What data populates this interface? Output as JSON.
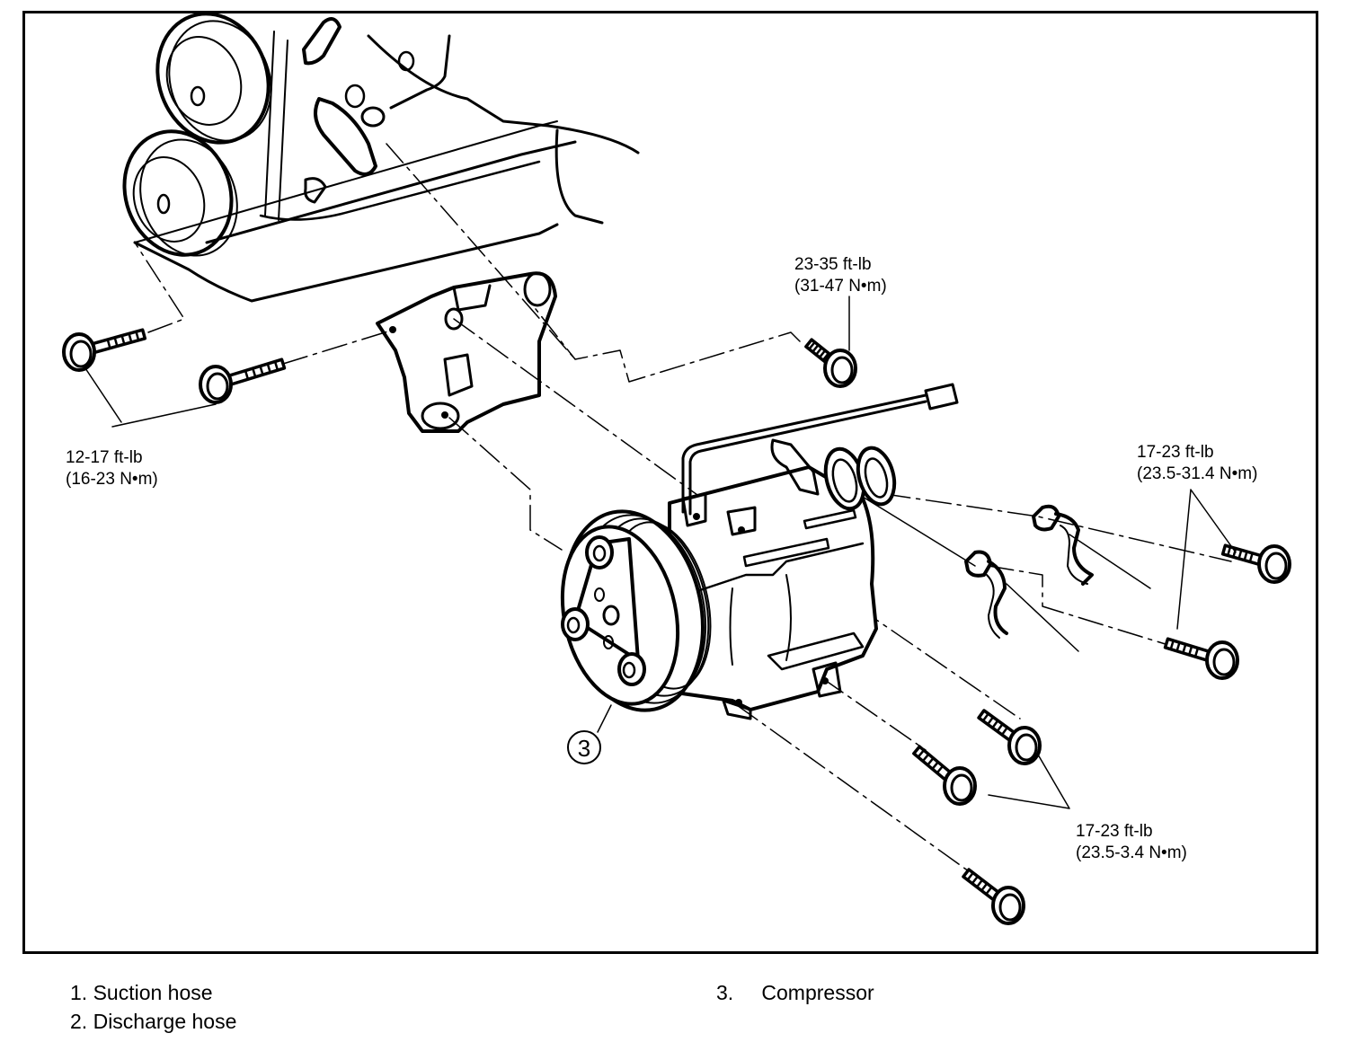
{
  "diagram": {
    "title": "",
    "subject": "A/C compressor installation exploded view",
    "callout": {
      "number": "3"
    },
    "torque_specs": [
      {
        "id": "bracket-upper-bolt",
        "ftlb": "23-35 ft-lb",
        "nm": "(31-47 N•m)"
      },
      {
        "id": "bracket-to-engine-bolts",
        "ftlb": "12-17 ft-lb",
        "nm": "(16-23 N•m)"
      },
      {
        "id": "hose-fitting-bolts",
        "ftlb": "17-23 ft-lb",
        "nm": "(23.5-31.4 N•m)"
      },
      {
        "id": "compressor-mount-bolts",
        "ftlb": "17-23 ft-lb",
        "nm": "(23.5-3.4 N•m)"
      }
    ],
    "legend": [
      {
        "num": "1.",
        "label": "Suction hose"
      },
      {
        "num": "2.",
        "label": "Discharge hose"
      },
      {
        "num": "3.",
        "label": "Compressor"
      }
    ],
    "parts": [
      "engine-pulleys",
      "engine-block",
      "compressor-bracket",
      "compressor",
      "compressor-clutch-pulley",
      "electrical-connector",
      "suction-hose-fitting",
      "discharge-hose-fitting",
      "bolts"
    ],
    "colors": {
      "line": "#000000",
      "background": "#ffffff"
    }
  }
}
